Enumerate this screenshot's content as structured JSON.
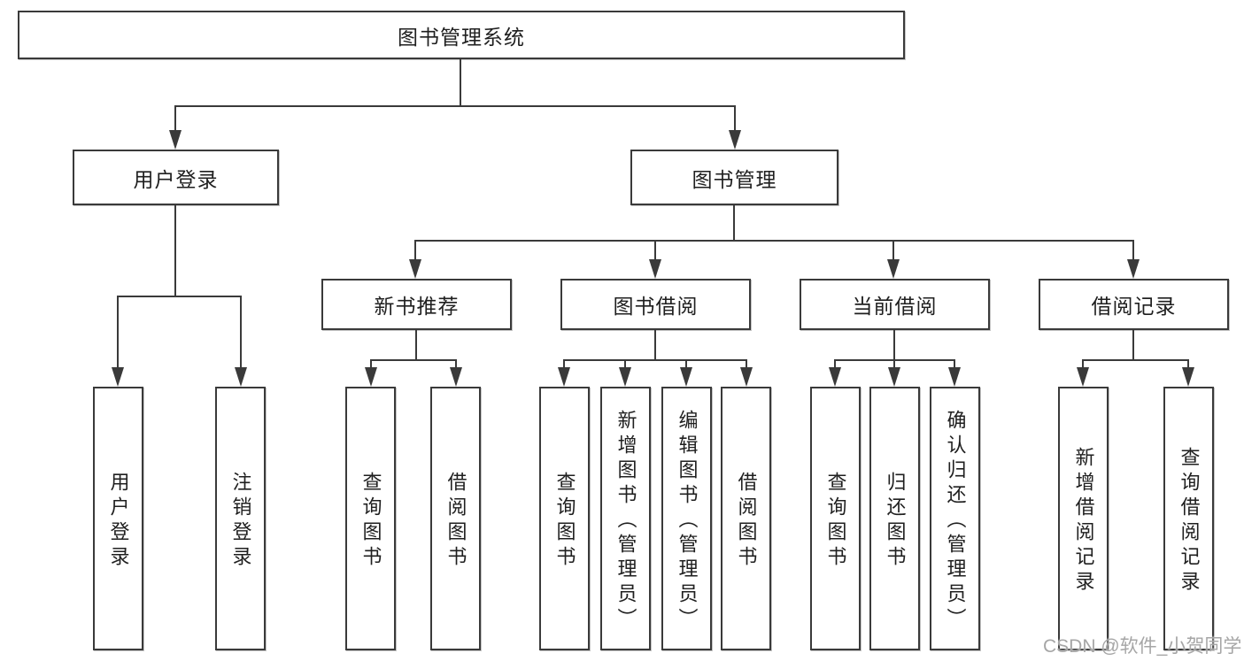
{
  "tree": {
    "root": "图书管理系统",
    "branches": [
      {
        "label": "用户登录",
        "leaves": [
          "用户登录",
          "注销登录"
        ]
      },
      {
        "label": "图书管理",
        "groups": [
          {
            "label": "新书推荐",
            "leaves": [
              "查询图书",
              "借阅图书"
            ]
          },
          {
            "label": "图书借阅",
            "leaves": [
              "查询图书",
              "新增图书（管理员）",
              "编辑图书（管理员）",
              "借阅图书"
            ]
          },
          {
            "label": "当前借阅",
            "leaves": [
              "查询图书",
              "归还图书",
              "确认归还（管理员）"
            ]
          },
          {
            "label": "借阅记录",
            "leaves": [
              "新增借阅记录",
              "查询借阅记录"
            ]
          }
        ]
      }
    ]
  },
  "watermark": "CSDN @软件_小贺同学",
  "colors": {
    "line": "#3a3a3a",
    "text": "#1f1f1f",
    "watermark": "#a6a6a6",
    "background": "#ffffff"
  }
}
